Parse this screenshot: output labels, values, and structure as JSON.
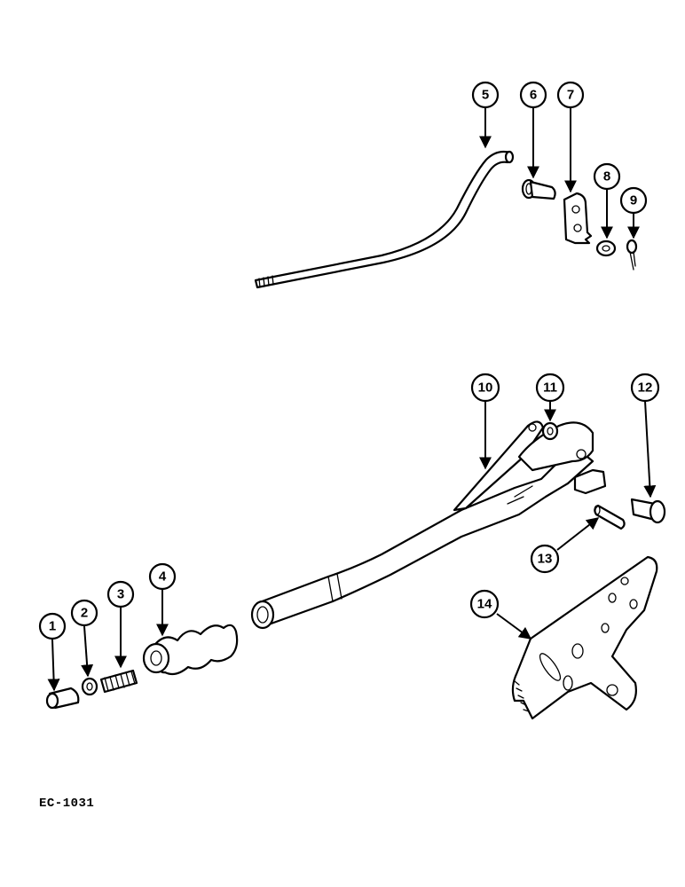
{
  "reference_code": "EC-1031",
  "callouts": [
    "1",
    "2",
    "3",
    "4",
    "5",
    "6",
    "7",
    "8",
    "9",
    "10",
    "11",
    "12",
    "13",
    "14"
  ]
}
